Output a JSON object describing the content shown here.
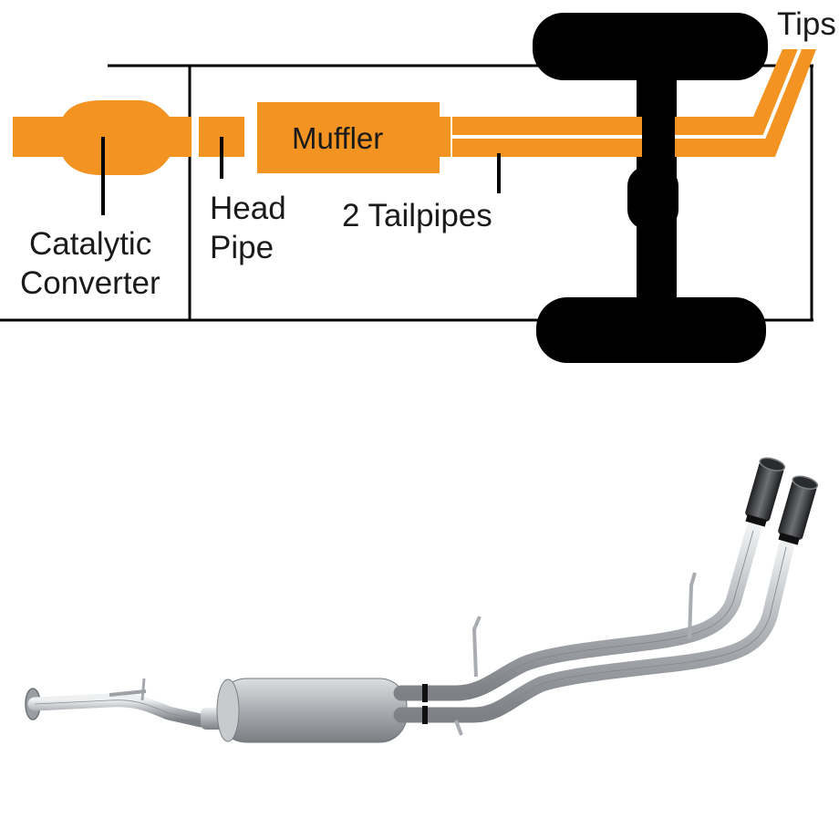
{
  "labels": {
    "tips": "Tips",
    "muffler": "Muffler",
    "head_pipe_line1": "Head",
    "head_pipe_line2": "Pipe",
    "tailpipes": "2 Tailpipes",
    "converter_line1": "Catalytic",
    "converter_line2": "Converter"
  },
  "colors": {
    "exhaust_orange": "#F39322",
    "frame_black": "#000000",
    "pipe_steel": "#b9bcc0",
    "tip_chrome": "#3a3b3e"
  }
}
